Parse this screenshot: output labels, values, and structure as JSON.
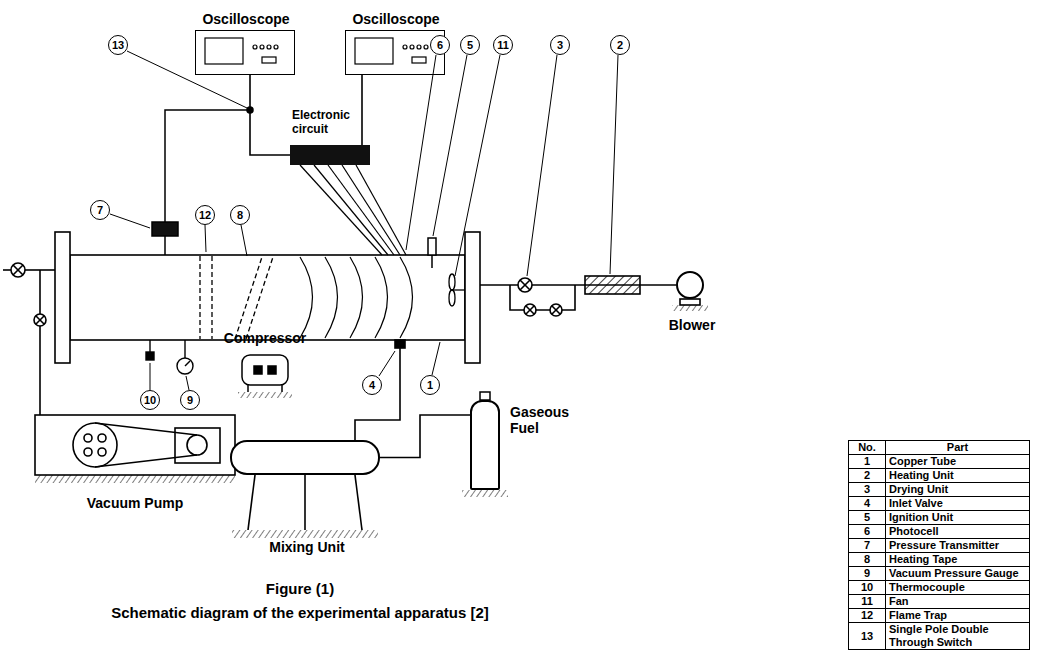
{
  "diagram": {
    "caption": "Schematic diagram of the experimental apparatus [2]",
    "nodes": [
      {
        "text": [
          "Oscilloscope"
        ]
      },
      {
        "text": [
          "Oscilloscope"
        ]
      },
      {
        "text": [
          "Electronic circuit"
        ]
      },
      {
        "text": [
          "Compressor"
        ]
      },
      {
        "text": [
          "Mixing Unit"
        ]
      },
      {
        "text": [
          "Gaseous Fuel"
        ]
      },
      {
        "text": [
          "Vacuum Pump"
        ]
      },
      {
        "text": [
          "Blower"
        ]
      }
    ],
    "edges": [
      {
        "from": 0,
        "to": 2,
        "arrow": "none"
      },
      {
        "from": 1,
        "to": 2,
        "arrow": "none"
      },
      {
        "from": 5,
        "to": 4,
        "arrow": "none"
      }
    ],
    "labels": [
      "13",
      "6",
      "5",
      "11",
      "3",
      "2",
      "7",
      "12",
      "8",
      "10",
      "9",
      "4",
      "1",
      "Figure (1)",
      "No.",
      "Part",
      "1",
      "Copper Tube",
      "2",
      "Heating Unit",
      "3",
      "Drying Unit",
      "4",
      "Inlet Valve",
      "5",
      "Ignition Unit",
      "6",
      "Photocell",
      "7",
      "Pressure Transmitter",
      "8",
      "Heating Tape",
      "9",
      "Vacuum Pressure Gauge",
      "10",
      "Thermocouple",
      "11",
      "Fan",
      "12",
      "Flame Trap",
      "13",
      "Single Pole Double Through Switch"
    ]
  }
}
